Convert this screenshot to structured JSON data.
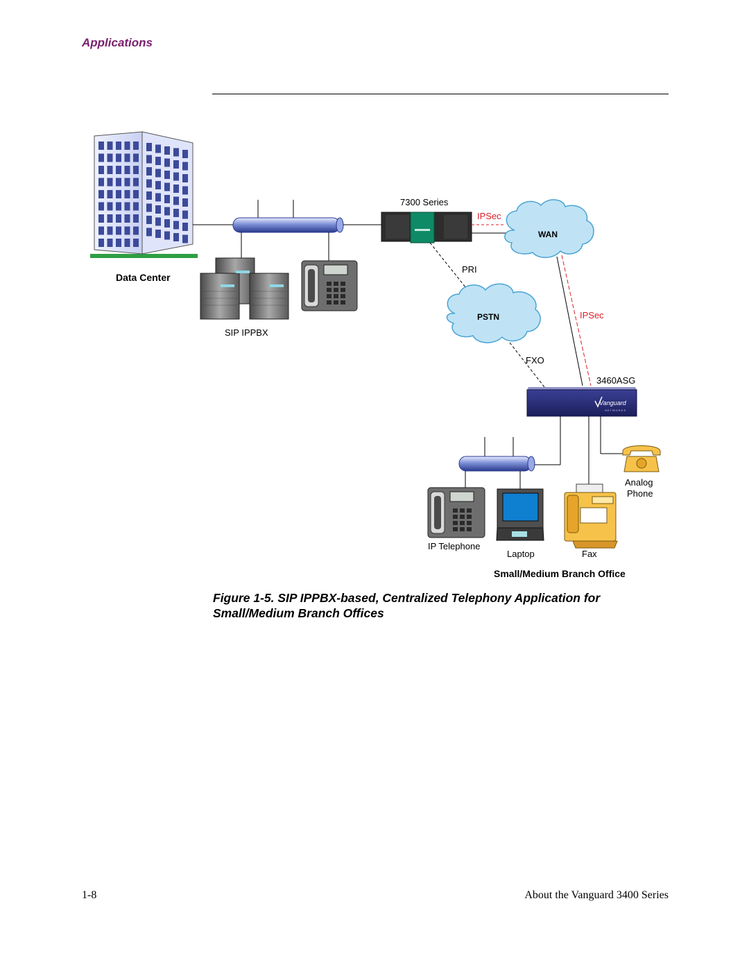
{
  "header": {
    "section": "Applications"
  },
  "diagram": {
    "labels": {
      "data_center": "Data Center",
      "sip_ippbx": "SIP IPPBX",
      "series_7300": "7300 Series",
      "ipsec_top": "IPSec",
      "wan": "WAN",
      "pri": "PRI",
      "pstn": "PSTN",
      "ipsec_right": "IPSec",
      "fxo": "FXO",
      "asg": "3460ASG",
      "vanguard_logo": "Vanguard",
      "vanguard_logo_sub": "NETWORKS",
      "analog_phone_line1": "Analog",
      "analog_phone_line2": "Phone",
      "ip_telephone": "IP Telephone",
      "laptop": "Laptop",
      "fax": "Fax",
      "branch_office": "Small/Medium Branch Office"
    },
    "colors": {
      "ipsec": "#d8202a",
      "cloud_fill": "#bfe3f5",
      "cloud_stroke": "#4aa3d4",
      "router_green": "#0e8a66",
      "asg_body": "#2b2f7a",
      "building_ground": "#2f9e44"
    }
  },
  "caption": {
    "line1": "Figure 1-5. SIP IPPBX-based, Centralized Telephony Application for",
    "line2": "Small/Medium Branch Offices"
  },
  "footer": {
    "page_number": "1-8",
    "doc_title": "About the Vanguard 3400 Series"
  }
}
